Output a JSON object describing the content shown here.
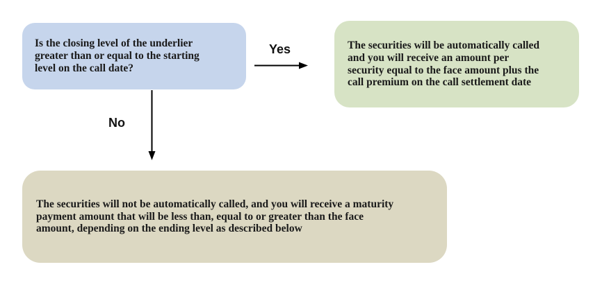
{
  "diagram": {
    "question_box": {
      "lines": [
        "Is the closing level of the underlier",
        "greater than or equal to the starting",
        "level on the call date?"
      ],
      "bg_color": "#c6d5ec"
    },
    "yes_branch": {
      "label": "Yes",
      "result_box": {
        "lines": [
          "The securities will be automatically called",
          "and you will receive an amount per",
          "security equal to the face amount plus the",
          "call premium on the call settlement date"
        ],
        "bg_color": "#d7e3c5"
      }
    },
    "no_branch": {
      "label": "No",
      "result_box": {
        "lines": [
          "The securities will not be automatically called, and you will receive a maturity",
          "payment amount that will be less than, equal to or greater than the face",
          "amount, depending on the ending level as described below"
        ],
        "bg_color": "#dcd8c2"
      }
    },
    "text_color": "#1a1a1a",
    "arrow_color": "#000000"
  }
}
